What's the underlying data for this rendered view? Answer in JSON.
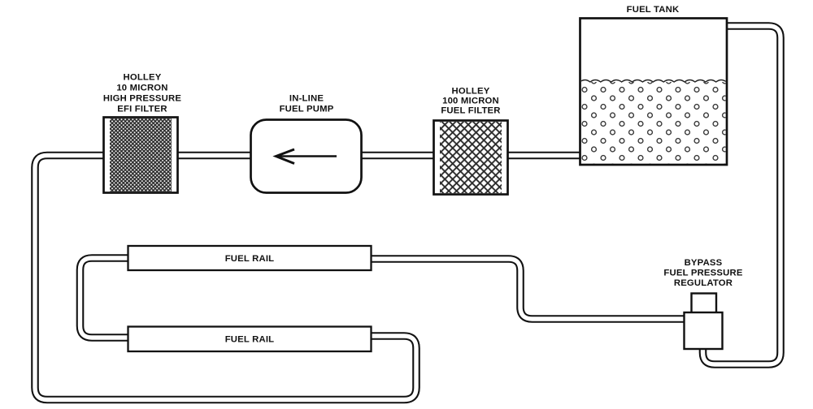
{
  "diagram_type": "fuel-system-schematic",
  "colors": {
    "ink": "#111111",
    "background": "#ffffff",
    "pattern": "#2a2a2a"
  },
  "components": {
    "fuel_tank": {
      "label": "FUEL TANK",
      "fill_state": "partially-full"
    },
    "efi_filter": {
      "lines": [
        "HOLLEY",
        "10 MICRON",
        "HIGH PRESSURE",
        "EFI FILTER"
      ]
    },
    "fuel_pump": {
      "lines": [
        "IN-LINE",
        "FUEL PUMP"
      ],
      "flow_direction": "left"
    },
    "filter_100_micron": {
      "lines": [
        "HOLLEY",
        "100 MICRON",
        "FUEL FILTER"
      ]
    },
    "fuel_rail_top": {
      "label": "FUEL RAIL"
    },
    "fuel_rail_bottom": {
      "label": "FUEL RAIL"
    },
    "bypass_regulator": {
      "lines": [
        "BYPASS",
        "FUEL PRESSURE",
        "REGULATOR"
      ]
    }
  }
}
